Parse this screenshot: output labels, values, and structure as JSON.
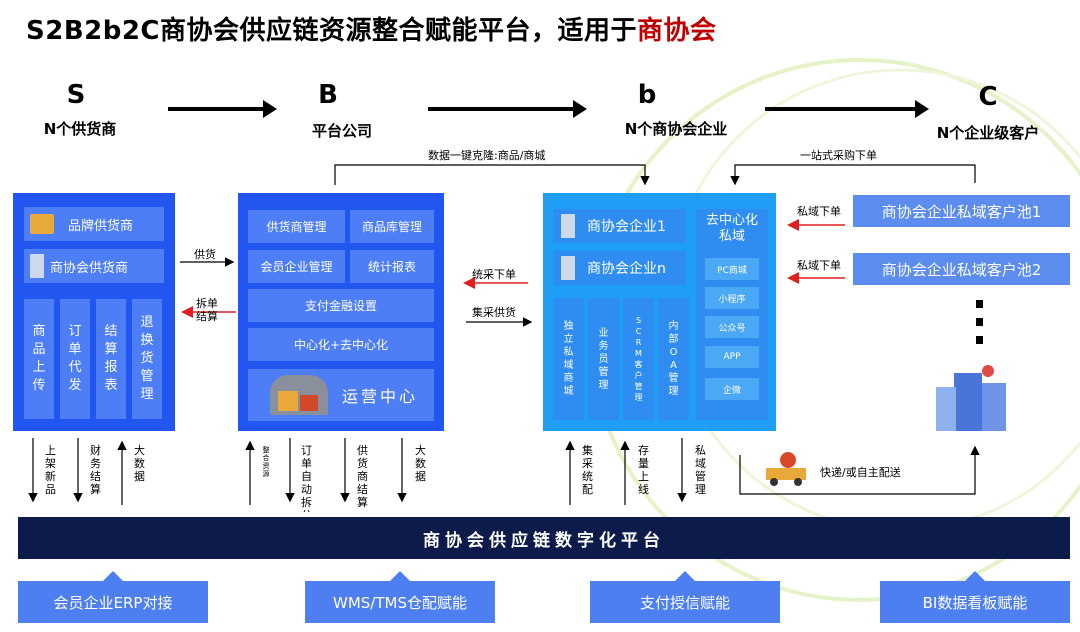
{
  "title": {
    "prefix": "S2B2b2C商协会供应链资源整合赋能平台，适用于",
    "highlight": "商协会"
  },
  "roles": [
    {
      "letter": "S",
      "name": "N个供货商"
    },
    {
      "letter": "B",
      "name": "平台公司"
    },
    {
      "letter": "b",
      "name": "N个商协会企业"
    },
    {
      "letter": "C",
      "name": "N个企业级客户"
    }
  ],
  "top_notes": {
    "clone": "数据一键克隆:商品/商城",
    "one_stop": "一站式采购下单"
  },
  "supplier_panel": {
    "brand": "品牌供货商",
    "assoc": "商协会供货商",
    "columns": [
      "商品上传",
      "订单代发",
      "结算报表",
      "退换货管理"
    ]
  },
  "s_b_arrows": {
    "supply": "供货",
    "split_settle": "拆单\n结算"
  },
  "platform_panel": {
    "cells": [
      "供货商管理",
      "商品库管理",
      "会员企业管理",
      "统计报表"
    ],
    "payment": "支付金融设置",
    "central": "中心化+去中心化",
    "ops": "运营中心"
  },
  "b_b_arrows": {
    "unified_order": "统采下单",
    "collect_supply": "集采供货"
  },
  "enterprise_panel": {
    "ent1": "商协会企业1",
    "entn": "商协会企业n",
    "columns": [
      "独立私域商城",
      "业务员管理",
      "SCRM客户管理",
      "内部OA管理"
    ],
    "decentral_title": "去中心化私域",
    "decentral_items": [
      "PC商城",
      "小程序",
      "公众号",
      "APP",
      "企微"
    ]
  },
  "customer_side": {
    "order_label_1": "私域下单",
    "order_label_2": "私域下单",
    "pools": [
      "商协会企业私域客户池1",
      "商协会企业私域客户池2"
    ]
  },
  "bottom_labels": {
    "s1": "上架新品",
    "s2": "财务结算",
    "s3": "大数据",
    "b1": "整合资源",
    "b2": "订单自动拆分",
    "b3": "供货商结算",
    "b4": "大数据",
    "e1": "集采统配",
    "e2": "存量上线",
    "e3": "私域管理",
    "delivery": "快递/或自主配送"
  },
  "platform_bar": "商协会供应链数字化平台",
  "features": [
    "会员企业ERP对接",
    "WMS/TMS仓配赋能",
    "支付授信赋能",
    "BI数据看板赋能"
  ]
}
